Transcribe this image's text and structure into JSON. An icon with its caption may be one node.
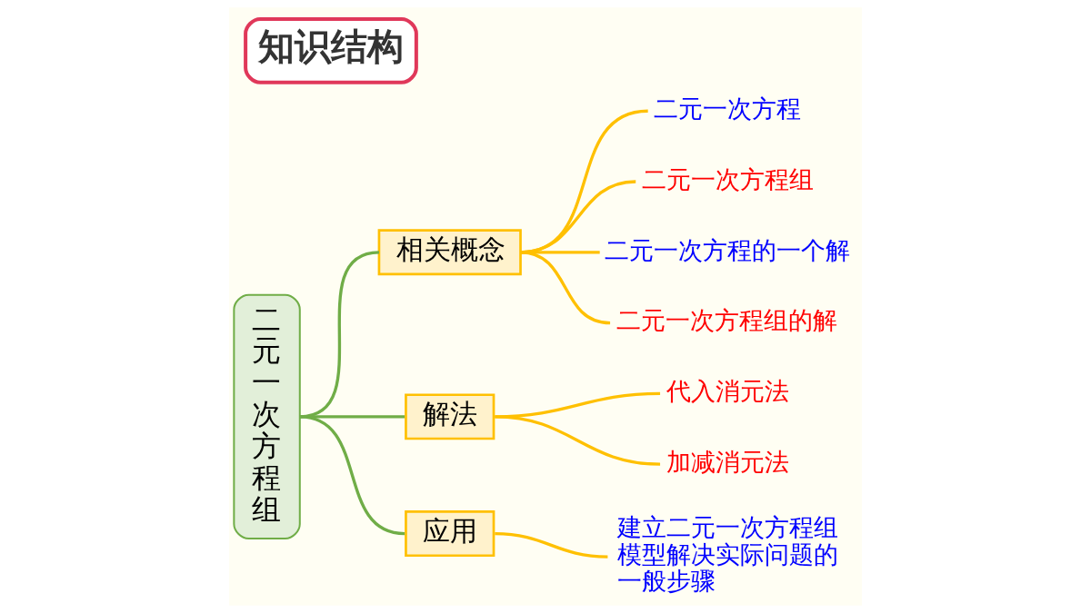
{
  "diagram": {
    "title": "知识结构",
    "nodes": [
      {
        "text": [
          "二元一次方程组"
        ]
      },
      {
        "text": [
          "相关概念"
        ]
      },
      {
        "text": [
          "解法"
        ]
      },
      {
        "text": [
          "应用"
        ]
      },
      {
        "text": [
          "二元一次方程"
        ]
      },
      {
        "text": [
          "二元一次方程组"
        ]
      },
      {
        "text": [
          "二元一次方程的一个解"
        ]
      },
      {
        "text": [
          "二元一次方程组的解"
        ]
      },
      {
        "text": [
          "代入消元法"
        ]
      },
      {
        "text": [
          "加减消元法"
        ]
      },
      {
        "text": [
          "建立二元一次方程组模型解决实际问题的一般步骤"
        ]
      }
    ],
    "edges": [
      {
        "from": 0,
        "to": 1,
        "arrow": "none",
        "color": "#70ad47"
      },
      {
        "from": 0,
        "to": 2,
        "arrow": "none",
        "color": "#70ad47"
      },
      {
        "from": 0,
        "to": 3,
        "arrow": "none",
        "color": "#70ad47"
      },
      {
        "from": 1,
        "to": 4,
        "arrow": "none"
      },
      {
        "from": 1,
        "to": 5,
        "arrow": "none"
      },
      {
        "from": 1,
        "to": 6,
        "arrow": "none"
      },
      {
        "from": 1,
        "to": 7,
        "arrow": "none"
      },
      {
        "from": 2,
        "to": 8,
        "arrow": "none"
      },
      {
        "from": 2,
        "to": 9,
        "arrow": "none"
      },
      {
        "from": 3,
        "to": 10,
        "arrow": "none"
      }
    ]
  }
}
